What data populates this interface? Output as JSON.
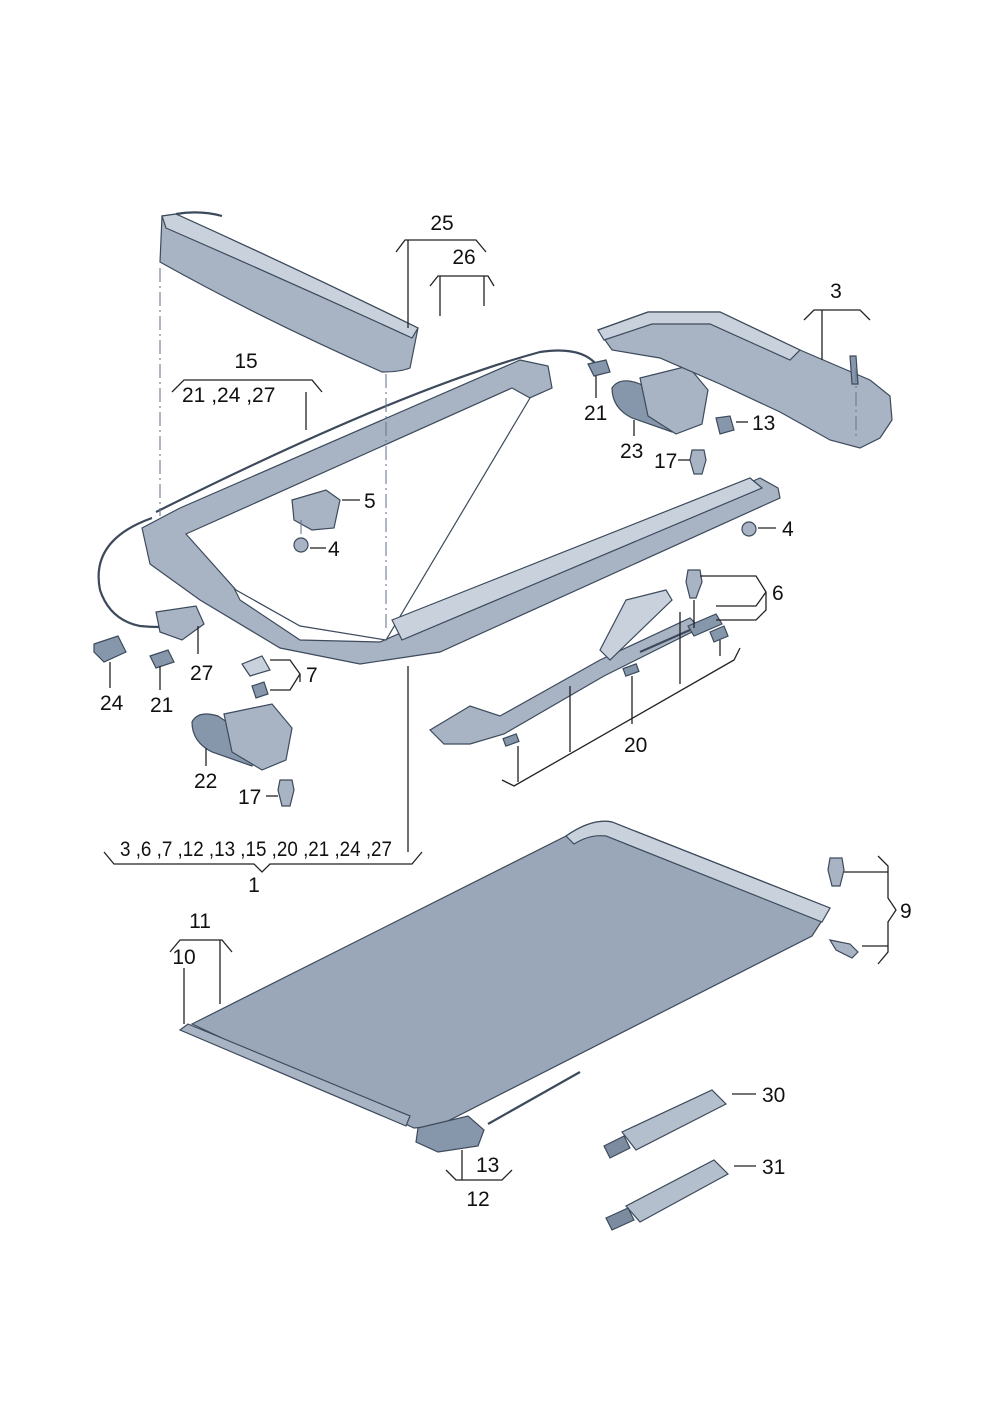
{
  "colors": {
    "part_fill": "#a8b4c4",
    "part_dark": "#7c8ba0",
    "part_light": "#c8d1dc",
    "outline": "#3c4a5c",
    "leader": "#222222"
  },
  "labels": {
    "l1": "1",
    "l1_group": "3 ,6 ,7 ,12 ,13 ,15 ,20 ,21 ,24 ,27",
    "l3": "3",
    "l4a": "4",
    "l4b": "4",
    "l5": "5",
    "l6": "6",
    "l7": "7",
    "l9": "9",
    "l10": "10",
    "l11": "11",
    "l12": "12",
    "l13a": "13",
    "l13b": "13",
    "l15": "15",
    "l15_group": "21 ,24 ,27",
    "l17a": "17",
    "l17b": "17",
    "l20": "20",
    "l21a": "21",
    "l21b": "21",
    "l22": "22",
    "l23": "23",
    "l24": "24",
    "l25": "25",
    "l26": "26",
    "l27": "27",
    "l30": "30",
    "l31": "31"
  }
}
